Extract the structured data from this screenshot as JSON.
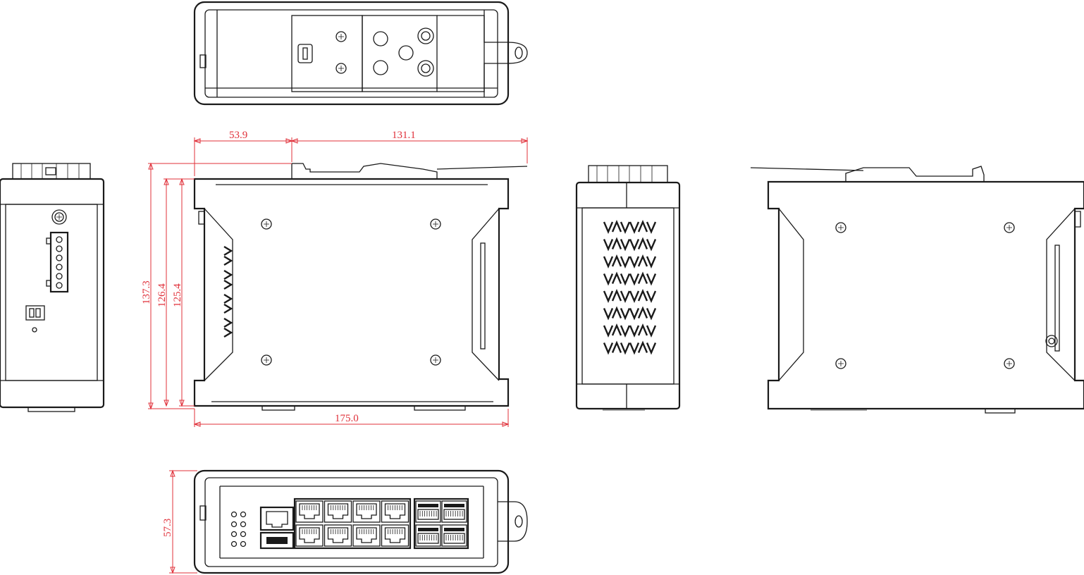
{
  "dimensions": {
    "depth_rail_offset": "53.9",
    "depth_rail_clip": "131.1",
    "height_overall": "137.3",
    "height_body": "126.4",
    "height_inner": "125.4",
    "width_overall": "175.0",
    "thickness": "57.3"
  },
  "vent_label": "VAVA",
  "colors": {
    "outline": "#1a1a1a",
    "dimension": "#e0303a",
    "background": "#ffffff"
  }
}
